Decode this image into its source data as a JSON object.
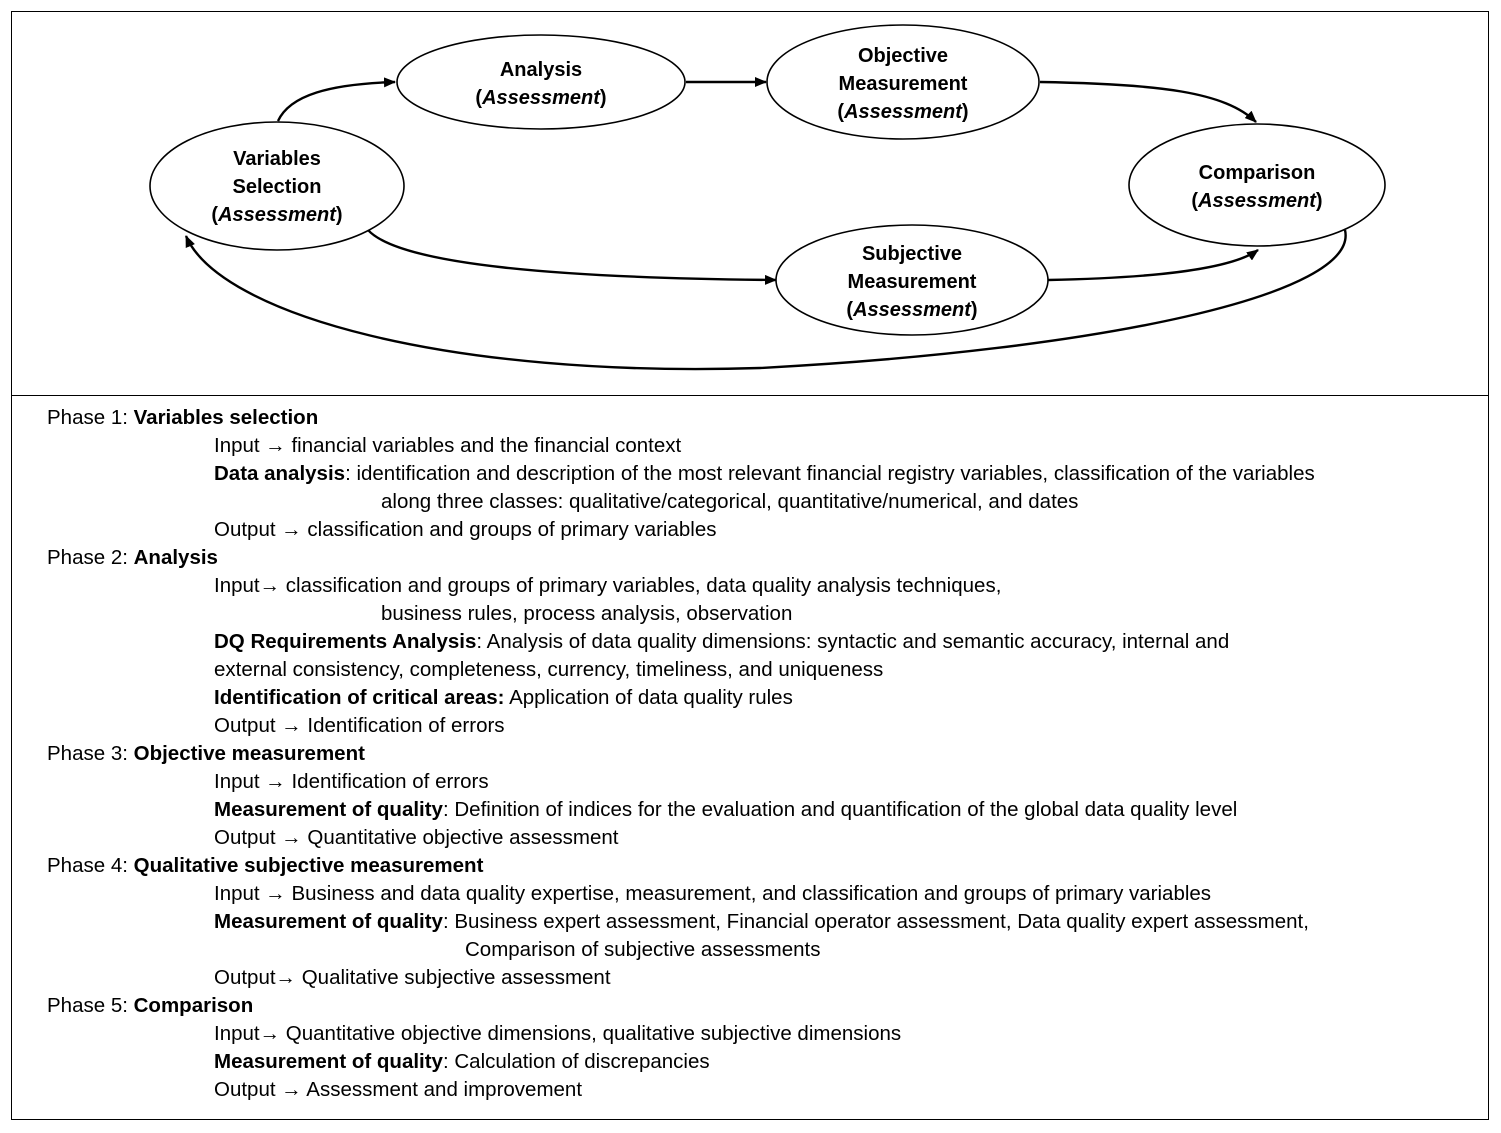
{
  "diagram": {
    "nodes": [
      {
        "id": "variables",
        "lines": [
          "Variables",
          "Selection"
        ],
        "tag": "Assessment"
      },
      {
        "id": "analysis",
        "lines": [
          "Analysis"
        ],
        "tag": "Assessment"
      },
      {
        "id": "objective",
        "lines": [
          "Objective",
          "Measurement"
        ],
        "tag": "Assessment"
      },
      {
        "id": "comparison",
        "lines": [
          "Comparison"
        ],
        "tag": "Assessment"
      },
      {
        "id": "subjective",
        "lines": [
          "Subjective",
          "Measurement"
        ],
        "tag": "Assessment"
      }
    ],
    "paren_open": "(",
    "paren_close": ")"
  },
  "phases": [
    {
      "prefix": "Phase 1: ",
      "title": "Variables selection",
      "items": [
        {
          "lines": [
            {
              "normal": "Input → financial variables and the financial context"
            }
          ]
        },
        {
          "lines": [
            {
              "bold": "Data analysis",
              "normal": ": identification and description of the most relevant financial registry variables, classification of the variables"
            },
            {
              "normal": "along three classes: qualitative/categorical, quantitative/numerical, and dates",
              "indent": 2
            }
          ]
        },
        {
          "lines": [
            {
              "normal": "Output → classification and groups of primary variables"
            }
          ]
        }
      ]
    },
    {
      "prefix": "Phase 2: ",
      "title": "Analysis",
      "items": [
        {
          "lines": [
            {
              "normal": "Input→ classification and groups of primary variables, data quality analysis techniques,"
            },
            {
              "normal": "business rules, process analysis, observation",
              "indent": 2
            }
          ]
        },
        {
          "lines": [
            {
              "bold": "DQ Requirements Analysis",
              "normal": ": Analysis of data quality dimensions: syntactic and semantic accuracy, internal and"
            },
            {
              "normal": "external consistency, completeness, currency, timeliness, and uniqueness"
            }
          ]
        },
        {
          "lines": [
            {
              "bold": "Identification of critical areas:",
              "normal": " Application of data quality rules"
            }
          ]
        },
        {
          "lines": [
            {
              "normal": "Output → Identification of errors"
            }
          ]
        }
      ]
    },
    {
      "prefix": "Phase 3: ",
      "title": "Objective measurement",
      "items": [
        {
          "lines": [
            {
              "normal": "Input → Identification of errors"
            }
          ]
        },
        {
          "lines": [
            {
              "bold": "Measurement of quality",
              "normal": ": Definition of indices for the evaluation and quantification of the global data quality level"
            }
          ]
        },
        {
          "lines": [
            {
              "normal": "Output → Quantitative objective assessment"
            }
          ]
        }
      ]
    },
    {
      "prefix": "Phase 4: ",
      "title": "Qualitative subjective measurement",
      "items": [
        {
          "lines": [
            {
              "normal": "Input → Business and data quality expertise, measurement, and classification and groups of primary variables"
            }
          ]
        },
        {
          "lines": [
            {
              "bold": "Measurement of quality",
              "normal": ": Business expert assessment, Financial operator assessment, Data quality expert assessment,"
            },
            {
              "normal": "Comparison of subjective assessments",
              "indent": 3
            }
          ]
        },
        {
          "lines": [
            {
              "normal": "Output→ Qualitative subjective assessment"
            }
          ]
        }
      ]
    },
    {
      "prefix": "Phase 5: ",
      "title": "Comparison",
      "items": [
        {
          "lines": [
            {
              "normal": "Input→ Quantitative objective dimensions, qualitative subjective dimensions"
            }
          ]
        },
        {
          "lines": [
            {
              "bold": "Measurement of quality",
              "normal": ": Calculation of discrepancies"
            }
          ]
        },
        {
          "lines": [
            {
              "normal": "Output → Assessment and improvement"
            }
          ]
        }
      ]
    }
  ]
}
